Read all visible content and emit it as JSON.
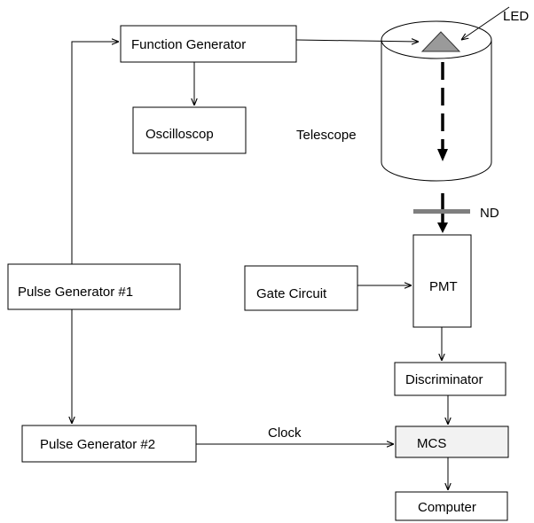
{
  "boxes": {
    "function_generator": "Function Generator",
    "oscilloscope": "Oscilloscop",
    "pulse_generator_1": "Pulse Generator #1",
    "pulse_generator_2": "Pulse Generator #2",
    "gate_circuit": "Gate Circuit",
    "pmt": "PMT",
    "discriminator": "Discriminator",
    "mcs": "MCS",
    "computer": "Computer"
  },
  "labels": {
    "led": "LED",
    "telescope": "Telescope",
    "nd": "ND",
    "clock": "Clock"
  }
}
